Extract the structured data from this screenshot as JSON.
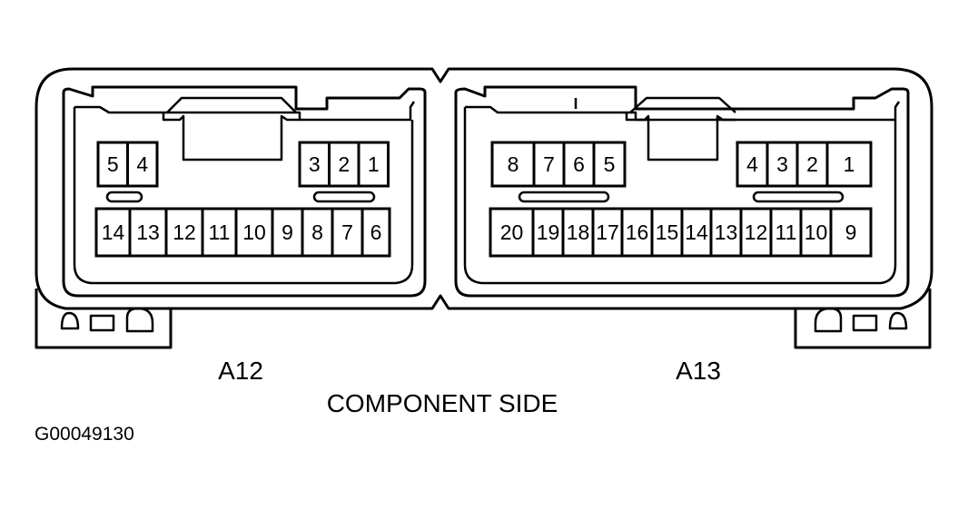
{
  "connectors": [
    {
      "id": "a12",
      "label": "A12",
      "top_row": [
        {
          "pins": [
            "5",
            "4"
          ]
        },
        {
          "pins": [
            "3",
            "2",
            "1"
          ]
        }
      ],
      "bottom_row": [
        "14",
        "13",
        "12",
        "11",
        "10",
        "9",
        "8",
        "7",
        "6"
      ]
    },
    {
      "id": "a13",
      "label": "A13",
      "top_row": [
        {
          "pins": [
            "8",
            "7",
            "6",
            "5"
          ]
        },
        {
          "pins": [
            "4",
            "3",
            "2",
            "1"
          ]
        }
      ],
      "bottom_row": [
        "20",
        "19",
        "18",
        "17",
        "16",
        "15",
        "14",
        "13",
        "12",
        "11",
        "10",
        "9"
      ]
    }
  ],
  "caption": "COMPONENT SIDE",
  "figure_code": "G00049130"
}
